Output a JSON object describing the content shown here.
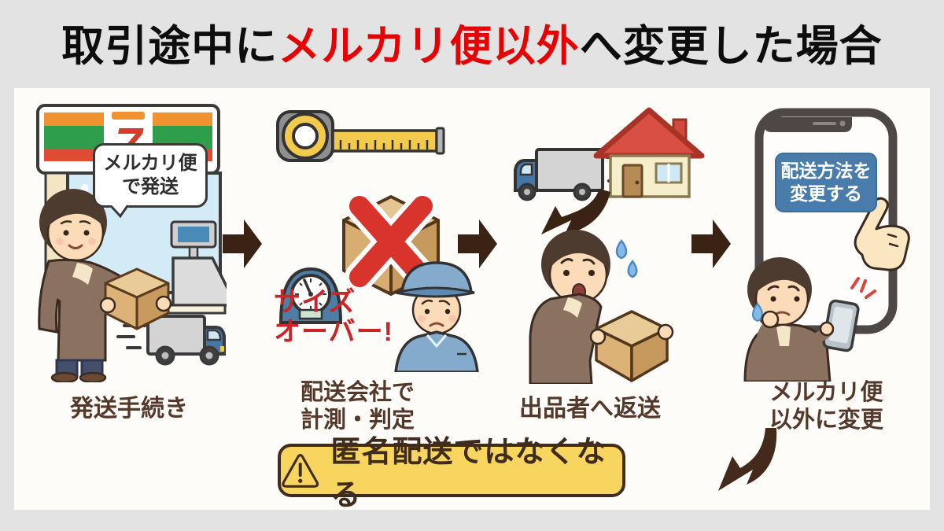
{
  "title": {
    "prefix": "取引途中に",
    "highlight": "メルカリ便以外",
    "suffix": "へ変更した場合"
  },
  "steps": [
    {
      "caption": "発送手続き",
      "bubble": "メルカリ便\nで発送"
    },
    {
      "caption": "配送会社で\n計測・判定",
      "alert": "サイズ\nオーバー!"
    },
    {
      "caption": "出品者へ返送"
    },
    {
      "caption": "メルカリ便\n以外に変更",
      "button": "配送方法を\n変更する"
    }
  ],
  "warning": {
    "label": "匿名配送ではなくなる"
  },
  "icons": {
    "step_arrow": "arrow-right-block",
    "warning": "warning-triangle-exclamation",
    "pointer": "pointing-hand-cursor",
    "curved": "curved-swoosh-arrow"
  },
  "colors": {
    "background": "#e3e3e3",
    "board": "#fdfcf9",
    "title_text": "#0d0d0d",
    "title_highlight": "#e60202",
    "caption_brown": "#54392a",
    "arrow_brown": "#3a2314",
    "alert_red": "#cc2427",
    "banner_yellow": "#f8d55e",
    "banner_border": "#3f2c1c",
    "button_blue": "#4a7cab",
    "store_orange": "#f0922f",
    "store_green": "#2f9e4b",
    "store_red": "#e04b36"
  }
}
